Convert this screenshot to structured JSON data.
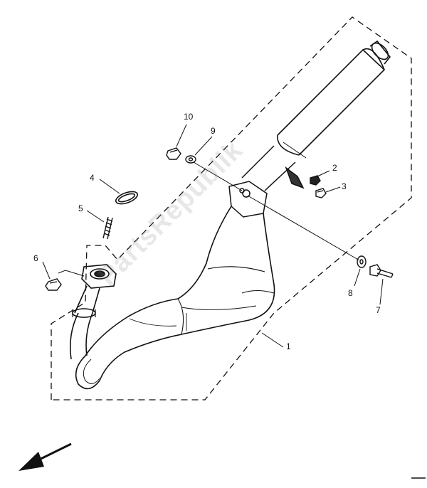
{
  "watermark": "PartsRepublik",
  "callouts": {
    "c1": "1",
    "c2": "2",
    "c3": "3",
    "c4": "4",
    "c5": "5",
    "c6": "6",
    "c7": "7",
    "c8": "8",
    "c9": "9",
    "c10": "10"
  },
  "colors": {
    "line": "#111111",
    "watermark": "#9a9a9a",
    "background": "#ffffff"
  },
  "icons": {
    "direction": "front-direction-arrow-icon"
  }
}
